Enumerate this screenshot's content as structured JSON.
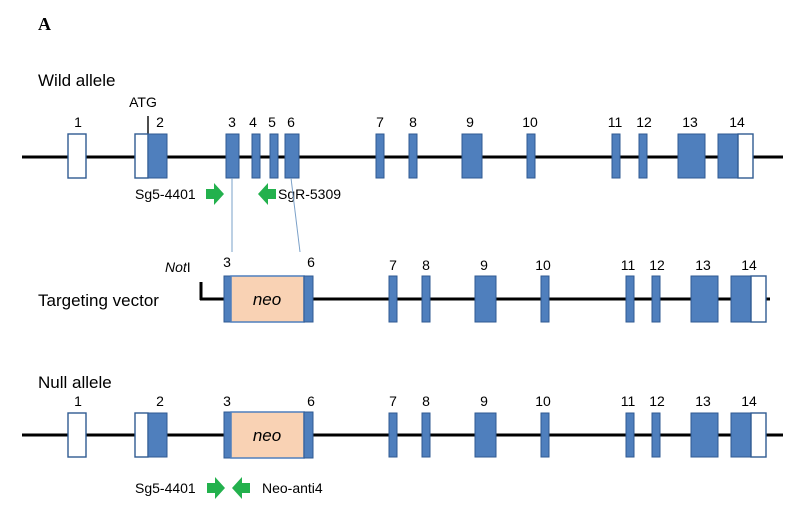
{
  "panel_label": "A",
  "wild": {
    "title": "Wild allele",
    "atg": "ATG",
    "exons": [
      "1",
      "2",
      "3",
      "4",
      "5",
      "6",
      "7",
      "8",
      "9",
      "10",
      "11",
      "12",
      "13",
      "14"
    ],
    "primer_left": "Sg5-4401",
    "primer_right": "SgR-5309"
  },
  "targeting": {
    "title": "Targeting vector",
    "site_italic": "Not",
    "site_rest": "I",
    "neo": "neo",
    "flank_left": "3",
    "flank_right": "6",
    "exons": [
      "7",
      "8",
      "9",
      "10",
      "11",
      "12",
      "13",
      "14"
    ]
  },
  "null": {
    "title": "Null allele",
    "neo": "neo",
    "exons": [
      "1",
      "2",
      "3",
      "6",
      "7",
      "8",
      "9",
      "10",
      "11",
      "12",
      "13",
      "14"
    ],
    "primer_left": "Sg5-4401",
    "primer_right": "Neo-anti4"
  },
  "colors": {
    "exon": "#4f7fbd",
    "neo": "#f9d2b4",
    "primer_arrow": "#23b14d"
  }
}
